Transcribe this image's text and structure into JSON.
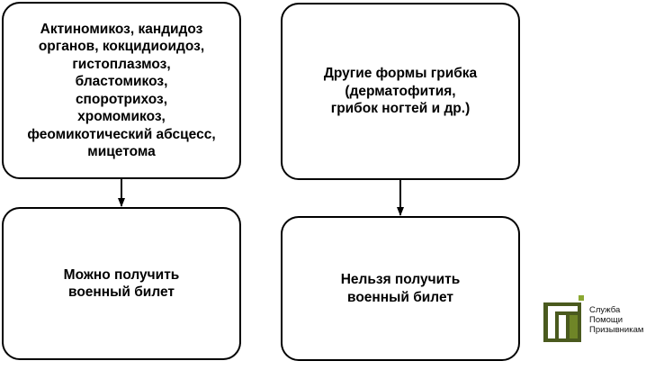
{
  "nodes": {
    "top_left": {
      "lines": [
        "Актиномикоз, кандидоз",
        "органов, кокцидиоидоз,",
        "гистоплазмоз,",
        "бластомикоз,",
        "споротрихоз,",
        "хромомикоз,",
        "феомикотический абсцесс,",
        "мицетома"
      ]
    },
    "top_right": {
      "lines": [
        "Другие формы грибка",
        "(дерматофития,",
        "грибок ногтей и др.)"
      ]
    },
    "bottom_left": {
      "lines": [
        "Можно получить",
        "военный билет"
      ]
    },
    "bottom_right": {
      "lines": [
        "Нельзя получить",
        "военный билет"
      ]
    }
  },
  "edges": [
    {
      "from": "top_left",
      "to": "bottom_left"
    },
    {
      "from": "top_right",
      "to": "bottom_right"
    }
  ],
  "logo": {
    "lines": [
      "Служба",
      "Помощи",
      "Призывникам"
    ],
    "colors": {
      "dark": "#4a5a1e",
      "mid": "#6f8527",
      "accent": "#8ba832"
    }
  }
}
